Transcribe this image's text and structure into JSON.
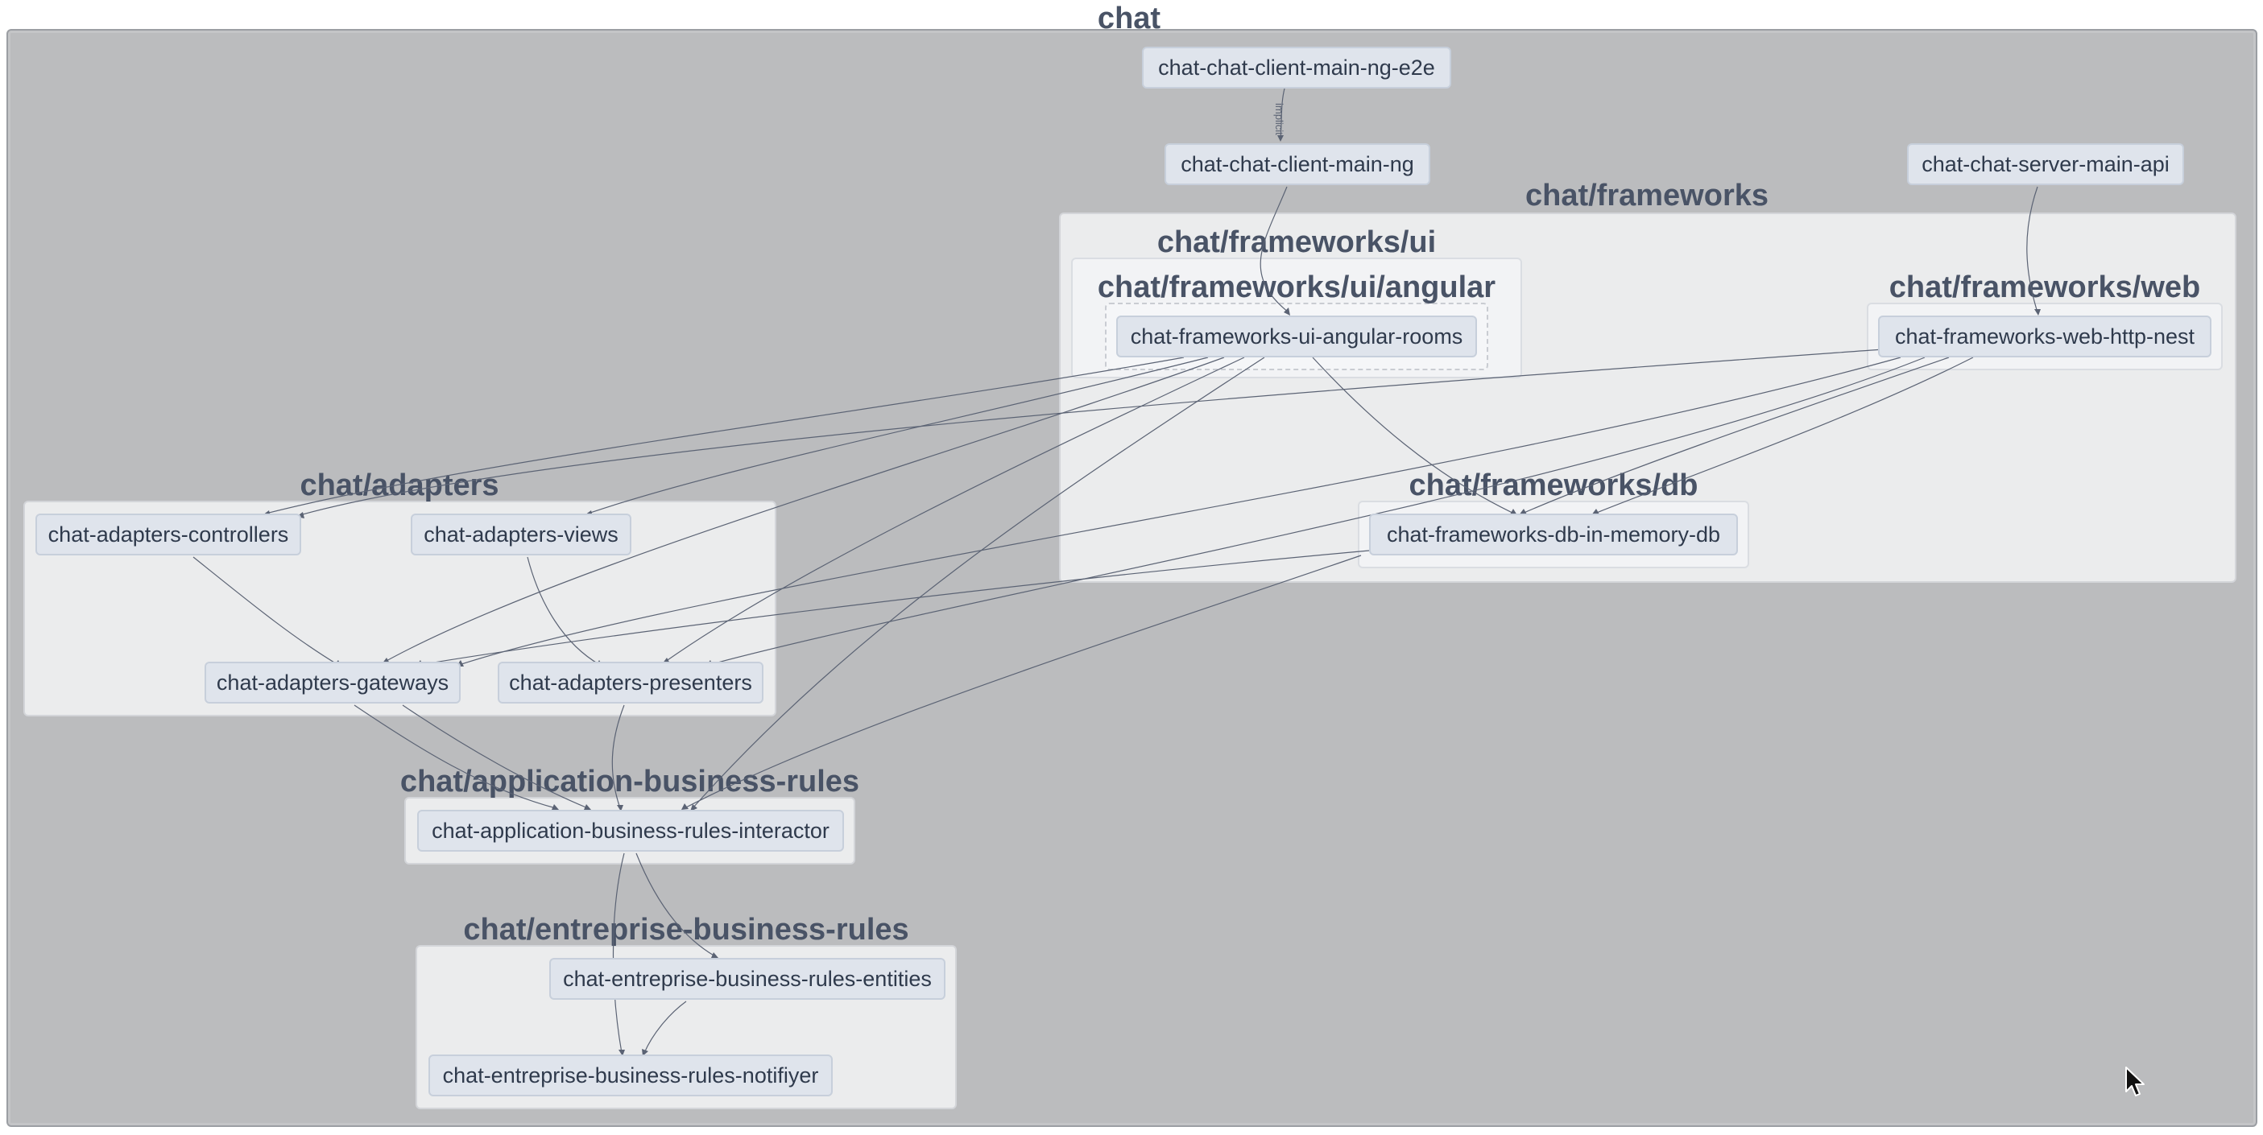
{
  "groups": {
    "chat": "chat",
    "frameworks": "chat/frameworks",
    "frameworks_ui": "chat/frameworks/ui",
    "frameworks_ui_angular": "chat/frameworks/ui/angular",
    "frameworks_web": "chat/frameworks/web",
    "frameworks_db": "chat/frameworks/db",
    "adapters": "chat/adapters",
    "application_business_rules": "chat/application-business-rules",
    "entreprise_business_rules": "chat/entreprise-business-rules"
  },
  "nodes": {
    "client_e2e": "chat-chat-client-main-ng-e2e",
    "client_ng": "chat-chat-client-main-ng",
    "server_api": "chat-chat-server-main-api",
    "angular_rooms": "chat-frameworks-ui-angular-rooms",
    "web_http_nest": "chat-frameworks-web-http-nest",
    "db_in_memory": "chat-frameworks-db-in-memory-db",
    "adapters_controllers": "chat-adapters-controllers",
    "adapters_views": "chat-adapters-views",
    "adapters_gateways": "chat-adapters-gateways",
    "adapters_presenters": "chat-adapters-presenters",
    "interactor": "chat-application-business-rules-interactor",
    "entities": "chat-entreprise-business-rules-entities",
    "notifiyer": "chat-entreprise-business-rules-notifiyer"
  },
  "edge_labels": {
    "implicit": "implicit"
  },
  "colors": {
    "edge": "#5b6374",
    "node_fill": "#dfe4ec",
    "root_fill": "#bbbcbe",
    "label_text": "#495366"
  },
  "icons": [
    "cursor-icon"
  ]
}
